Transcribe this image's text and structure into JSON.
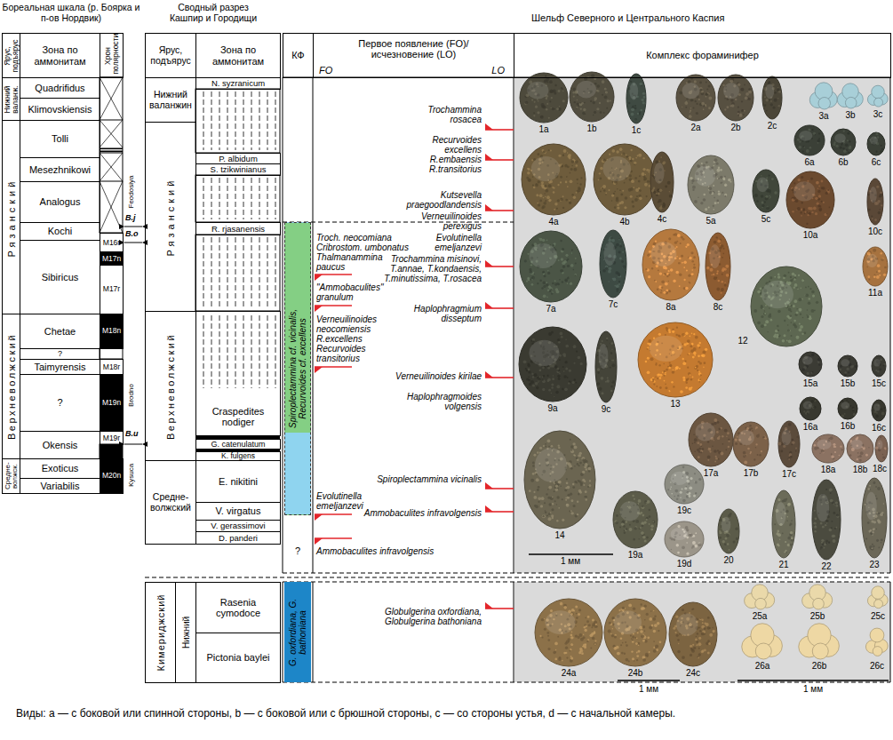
{
  "diagram": {
    "caption": "Виды: а — с боковой или спинной стороны, b — с боковой или с брюшной стороны, c — со стороны устья, d — с начальной камеры.",
    "nodes": [
      {
        "text": [
          "Ярус, подъярус"
        ]
      },
      {
        "text": [
          "Зона по аммонитам"
        ]
      },
      {
        "text": [
          "Хрон полярности"
        ]
      },
      {
        "text": [
          "Нижний валанж."
        ]
      },
      {
        "text": [
          "Quadrifidus"
        ]
      },
      {
        "text": [
          "Klimovskiensis"
        ]
      },
      {
        "text": [
          "Рязанский"
        ]
      },
      {
        "text": [
          "Tolli"
        ]
      },
      {
        "text": [
          "Mesezhnikowi"
        ]
      },
      {
        "text": [
          "Analogus"
        ]
      },
      {
        "text": [
          "Kochi"
        ]
      },
      {
        "text": [
          "Sibiricus"
        ]
      },
      {
        "text": [
          "Верхневолжский"
        ]
      },
      {
        "text": [
          "Chetae"
        ]
      },
      {
        "text": [
          "?"
        ]
      },
      {
        "text": [
          "Taimyrensis"
        ]
      },
      {
        "text": [
          "?"
        ]
      },
      {
        "text": [
          "Okensis"
        ]
      },
      {
        "text": [
          "Средне-волжск."
        ]
      },
      {
        "text": [
          "Exoticus"
        ]
      },
      {
        "text": [
          "Variabilis"
        ]
      },
      {
        "text": [
          "M16r"
        ]
      },
      {
        "text": [
          "M17n"
        ]
      },
      {
        "text": [
          "M17r"
        ]
      },
      {
        "text": [
          "M18n"
        ]
      },
      {
        "text": [
          "M18r"
        ]
      },
      {
        "text": [
          "M19n"
        ]
      },
      {
        "text": [
          "M19r"
        ]
      },
      {
        "text": [
          "M20n"
        ]
      },
      {
        "text": [
          "Ярус, подъярус"
        ]
      },
      {
        "text": [
          "Зона по аммонитам"
        ]
      },
      {
        "text": [
          "Нижний валанжин"
        ]
      },
      {
        "text": [
          "N. syzranicum"
        ]
      },
      {
        "text": [
          "P. albidum"
        ]
      },
      {
        "text": [
          "S. tzikwinianus"
        ]
      },
      {
        "text": [
          "Рязанский"
        ]
      },
      {
        "text": [
          "R. rjasanensis"
        ]
      },
      {
        "text": [
          "Верхневолжский"
        ]
      },
      {
        "text": [
          "Craspedites nodiger"
        ]
      },
      {
        "text": [
          "G. catenulatum"
        ]
      },
      {
        "text": [
          "K. fulgens"
        ]
      },
      {
        "text": [
          "Средне-волжский"
        ]
      },
      {
        "text": [
          "E. nikitini"
        ]
      },
      {
        "text": [
          "V. virgatus"
        ]
      },
      {
        "text": [
          "V. gerassimovi"
        ]
      },
      {
        "text": [
          "D. panderi"
        ]
      },
      {
        "text": [
          "Кимериджский"
        ]
      },
      {
        "text": [
          "Нижний"
        ]
      },
      {
        "text": [
          "Rasenia cymodoce"
        ]
      },
      {
        "text": [
          "Pictonia baylei"
        ]
      },
      {
        "text": [
          "КФ"
        ]
      },
      {
        "text": [
          "Spiroplectammina cf. vicinalis, Recurvoides cf. excellens"
        ]
      },
      {
        "text": [
          "G. oxfordiana, G. bathoniana"
        ]
      },
      {
        "text": [
          "Первое появление (FO)/ исчезновение (LO)",
          "FO",
          "LO"
        ]
      },
      {
        "text": [
          "Комплекс фораминифер"
        ]
      }
    ],
    "labels": [
      "Бореальная шкала (р. Боярка и п-ов Нордвик)",
      "Сводный разрез Кашпир и Городищи",
      "Шельф Северного и Центрального Каспия",
      "Feodosiya",
      "B.j",
      "B.o",
      "Brodno",
      "B.u",
      "Kysuca",
      "Troch. neocomiana",
      "Cribrostom. umbonatus",
      "Thalmanammina paucus",
      "\"Ammobaculites\" granulum",
      "Verneuilinoides neocomiensis",
      "R.excellens",
      "Recurvoides transitorius",
      "Evolutinella emeljanzevi",
      "Ammobaculites infravolgensis",
      "Trochammina rosacea",
      "Recurvoides excellens R.embaensis R.transitorius",
      "Kutsevella praegoodlandensis",
      "Verneuilinoides perexigus",
      "Evolutinella emeljanzevi",
      "Trochammina misinovi, T.annae, T.kondaensis, T.minutissima, T.rosacea",
      "Haplophragmium disseptum",
      "Verneuilinoides kirilae",
      "Haplophragmoides volgensis",
      "Spiroplectammina vicinalis",
      "Ammobaculites infravolgensis",
      "Globulgerina oxfordiana, Globulgerina bathoniana",
      "1a",
      "1b",
      "1c",
      "2a",
      "2b",
      "2c",
      "3a",
      "3b",
      "3c",
      "6a",
      "6b",
      "6c",
      "4a",
      "4b",
      "4c",
      "5a",
      "5c",
      "10a",
      "10c",
      "7a",
      "7c",
      "8a",
      "8c",
      "11a",
      "12",
      "9a",
      "9c",
      "13",
      "15a",
      "15b",
      "15c",
      "16a",
      "16b",
      "16c",
      "17a",
      "17b",
      "17c",
      "18a",
      "18b",
      "18c",
      "14",
      "19a",
      "19c",
      "19d",
      "20",
      "21",
      "22",
      "23",
      "1 мм",
      "24a",
      "24b",
      "24c",
      "25a",
      "25b",
      "25c",
      "26a",
      "26b",
      "26c",
      "1 мм",
      "1 мм",
      "?"
    ]
  }
}
